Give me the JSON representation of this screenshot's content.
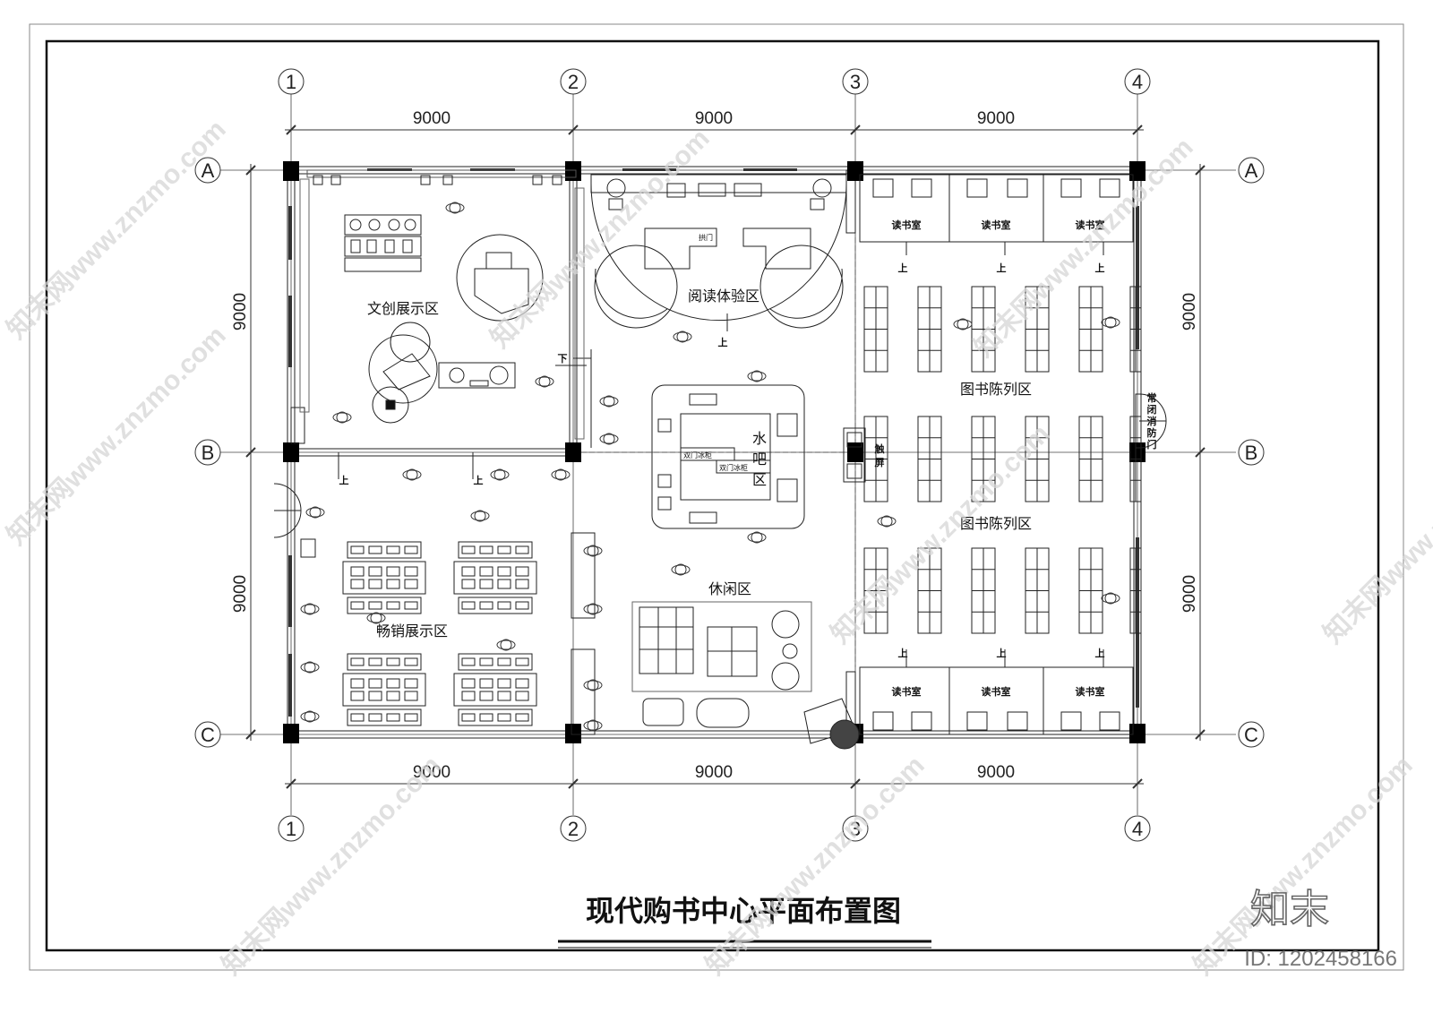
{
  "title": "现代购书中心平面布置图",
  "axes": {
    "columns": [
      "1",
      "2",
      "3",
      "4"
    ],
    "rows": [
      "A",
      "B",
      "C"
    ]
  },
  "dimensions": {
    "top": [
      "9000",
      "9000",
      "9000"
    ],
    "bottom": [
      "9000",
      "9000",
      "9000"
    ],
    "left": [
      "9000",
      "9000"
    ],
    "right": [
      "9000",
      "9000"
    ]
  },
  "zones": {
    "creative": "文创展示区",
    "reading_exp": "阅读体验区",
    "books_1": "图书陈列区",
    "books_2": "图书陈列区",
    "water_bar_1": "水",
    "water_bar_2": "吧",
    "water_bar_3": "区",
    "leisure": "休闲区",
    "bestseller": "畅销展示区"
  },
  "labels": {
    "reading_room": "读书室",
    "up": "上",
    "down": "下",
    "arch_door": "拱门",
    "fridge": "双门冰柜",
    "touch_1": "触",
    "touch_2": "屏",
    "fire_door_1": "常",
    "fire_door_2": "闭",
    "fire_door_3": "消",
    "fire_door_4": "防",
    "fire_door_5": "门"
  },
  "watermark": {
    "text": "知末网www.znzmo.com",
    "logo": "知末",
    "id": "ID: 1202458166"
  }
}
